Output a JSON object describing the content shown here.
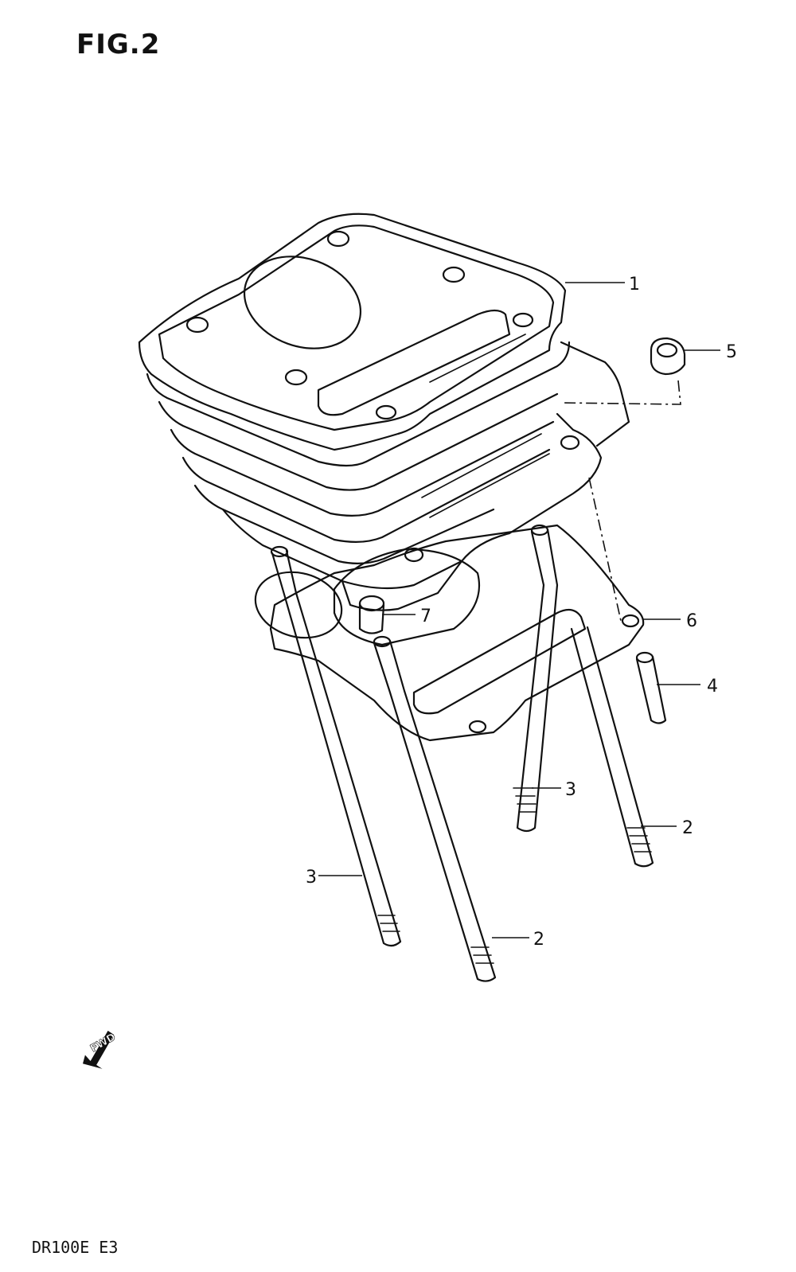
{
  "figure": {
    "title": "FIG.2"
  },
  "footer": {
    "model_code": "DR100E  E3"
  },
  "forward_mark": {
    "text": "FWD",
    "icon": "forward-arrow-icon"
  },
  "callouts": [
    {
      "id": "cylinder",
      "label": "1"
    },
    {
      "id": "nut",
      "label": "5"
    },
    {
      "id": "gasket-base",
      "label": "6"
    },
    {
      "id": "dowel-pin",
      "label": "7"
    },
    {
      "id": "stud-pin",
      "label": "4"
    },
    {
      "id": "stud-rear-right",
      "label": "3"
    },
    {
      "id": "stud-right-long",
      "label": "2"
    },
    {
      "id": "stud-left",
      "label": "3"
    },
    {
      "id": "stud-front-long",
      "label": "2"
    }
  ]
}
